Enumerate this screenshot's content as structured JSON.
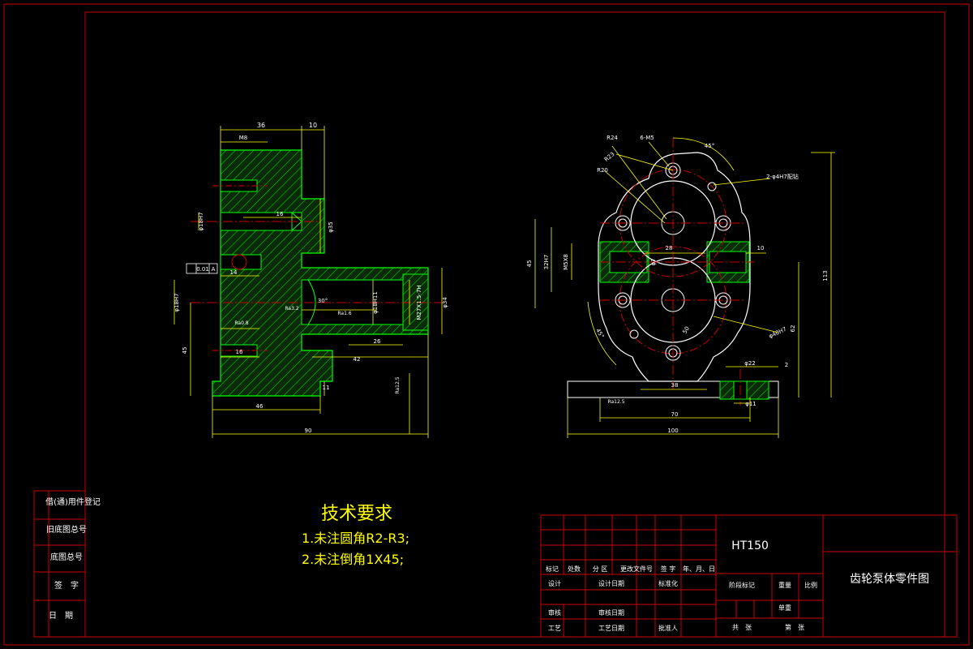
{
  "drawing": {
    "title": "齿轮泵体零件图",
    "material": "HT150"
  },
  "tech_requirements": {
    "heading": "技术要求",
    "items": [
      "1.未注圆角R2-R3;",
      "2.未注倒角1X45;"
    ]
  },
  "side_table": {
    "rows": [
      "借(通)用件登记",
      "旧底图总号",
      "底图总号",
      "签　字",
      "日　期"
    ]
  },
  "title_block": {
    "header_row": [
      "标记",
      "处数",
      "分 区",
      "更改文件号",
      "签 字",
      "年、月、日"
    ],
    "design": "设计",
    "design_date": "设计日期",
    "standardize": "标准化",
    "review": "审核",
    "review_date": "审核日期",
    "process": "工艺",
    "process_date": "工艺日期",
    "approve": "批准人",
    "stage_mark": "阶段标记",
    "weight": "重量",
    "scale": "比例",
    "weight_unit": "单重",
    "total_sheets": "共　张",
    "sheet_no": "第　张"
  },
  "section_view": {
    "dim_36": "36",
    "dim_10": "10",
    "dim_m8": "M8",
    "dim_16": "16",
    "dim_phi35": "φ35",
    "dim_phi18h7": "φ18H7",
    "tol_box": "0.01",
    "tol_ref": "A",
    "dim_14": "14",
    "dim_phi18h7_2": "φ18H7",
    "dim_30": "30°",
    "dim_phi18h11": "φ18H11",
    "dim_m27": "M27X1.5-7H",
    "dim_phi34": "φ34",
    "dim_26": "26",
    "dim_42": "42",
    "dim_45": "45",
    "dim_46": "46",
    "dim_90": "90",
    "dim_11": "11",
    "dim_16b": "16",
    "rough_32": "Ra3.2",
    "rough_16": "Ra1.6",
    "rough_125": "Ra12.5",
    "rough_8": "Ra0.8"
  },
  "front_view": {
    "r24": "R24",
    "r23": "R23",
    "r20": "R20",
    "m5": "6-M5",
    "pin": "2-φ4H7配钻",
    "angle45": "45°",
    "dim_28": "28",
    "dim_10": "10",
    "dim_45": "45",
    "dim_m5x8": "M5X8",
    "dim_32": "32H7",
    "dim_phi7": "φ7",
    "dim_113": "113",
    "dim_62": "62",
    "dim_50": "50",
    "dim_phi40": "φ40H7",
    "angle45b": "45°",
    "dim_22": "φ22",
    "dim_2": "2",
    "dim_11": "φ11",
    "dim_38": "38",
    "dim_70": "70",
    "dim_100": "100",
    "rough": "Ra12.5"
  }
}
